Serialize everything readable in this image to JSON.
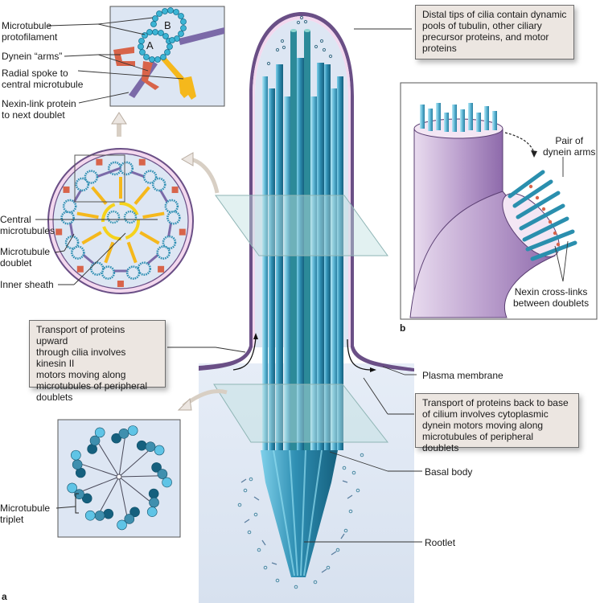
{
  "panels": {
    "a_letter": "a",
    "b_letter": "b"
  },
  "inset_top": {
    "labels": {
      "protofilament": "Microtubule\nprotofilament",
      "dynein_arms": "Dynein “arms”",
      "radial_spoke": "Radial spoke to\ncentral microtubule",
      "nexin_link": "Nexin-link protein\nto next doublet"
    },
    "tubule_a": "A",
    "tubule_b": "B"
  },
  "cross_section": {
    "labels": {
      "central": "Central\nmicrotubules",
      "doublet": "Microtubule\ndoublet",
      "inner_sheath": "Inner sheath"
    }
  },
  "basal_section": {
    "labels": {
      "triplet": "Microtubule\ntriplet"
    }
  },
  "callouts": {
    "distal_tips": "Distal tips of cilia contain dynamic\npools of tubulin, other ciliary\nprecursor proteins, and motor\nproteins",
    "transport_up": "Transport of proteins upward\nthrough cilia involves kinesin II\nmotors moving along\nmicrotubules of peripheral\ndoublets",
    "transport_down": "Transport of proteins back to base\nof cilium involves cytoplasmic\ndynein motors moving along\nmicrotubules of peripheral doublets"
  },
  "cilium": {
    "labels": {
      "plasma_membrane": "Plasma membrane",
      "basal_body": "Basal body",
      "rootlet": "Rootlet"
    }
  },
  "panel_b": {
    "labels": {
      "dynein_pair": "Pair of\ndynein arms",
      "nexin_crosslinks": "Nexin cross-links\nbetween doublets"
    }
  },
  "colors": {
    "tubule_blue": "#2f8fb3",
    "tubule_light": "#7fd0ea",
    "tubule_dark": "#15607e",
    "membrane_purple": "#6a4f86",
    "membrane_pink": "#f3d8ee",
    "dynein_red": "#d8644a",
    "spoke_yellow": "#f5b81c",
    "nexin_violet": "#7b6aa8",
    "cytoplasm": "#dde6f3",
    "callout_bg": "#ece6e1"
  }
}
